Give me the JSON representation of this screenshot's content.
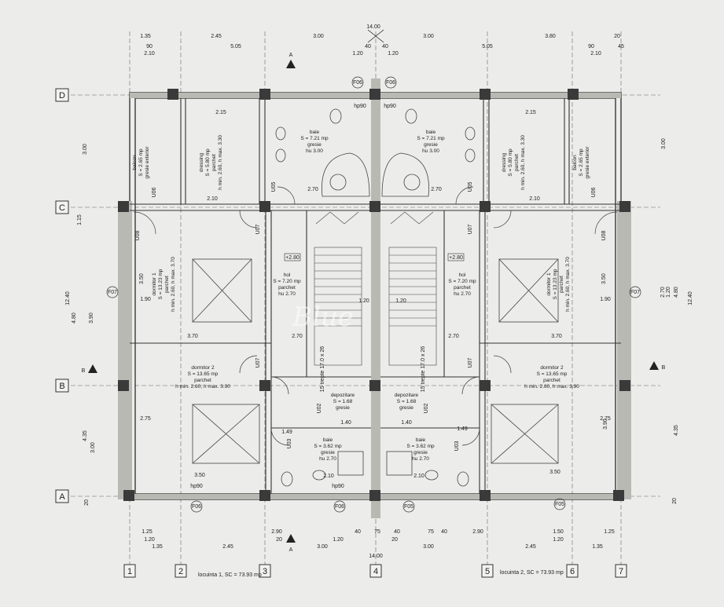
{
  "axes_vertical": [
    "1",
    "2",
    "3",
    "4",
    "5",
    "6",
    "7"
  ],
  "axes_horizontal": [
    "D",
    "C",
    "B",
    "A"
  ],
  "top_dims": {
    "overall": "14.00",
    "row1": [
      "1.35",
      "2.45",
      "3.00",
      "3.00",
      "3.80",
      "20"
    ],
    "row2": [
      "90",
      "5.05",
      "40",
      "40",
      "5.05",
      "90",
      "45"
    ],
    "row3": [
      "2.10",
      "1.20",
      "1.20",
      "2.10"
    ]
  },
  "bottom_dims": {
    "row1": [
      "1.25",
      "2.90",
      "40",
      "75",
      "40",
      "75",
      "40",
      "2.90",
      "1.50",
      "1.25"
    ],
    "row2": [
      "1.20",
      "20",
      "1.20",
      "20",
      "1.20"
    ],
    "row3": [
      "1.35",
      "2.45",
      "3.00",
      "3.00",
      "2.45",
      "1.35"
    ],
    "overall": "14.00"
  },
  "left_dims": [
    "12.40",
    "4.80",
    "1.15",
    "3.00",
    "4.35",
    "3.90",
    "3.00",
    "20",
    "3.50"
  ],
  "right_dims": [
    "12.40",
    "4.80",
    "3.50",
    "3.90",
    "4.35",
    "3.00",
    "20",
    "2.70",
    "1.20"
  ],
  "section_marks": [
    "A",
    "A",
    "B",
    "B"
  ],
  "rooms_left": [
    {
      "name": "balcon",
      "lines": [
        "S = 2.65 mp",
        "gresie exterior"
      ]
    },
    {
      "name": "dressing",
      "lines": [
        "S = 5.80 mp",
        "parchet",
        "h min. 2.60, h max. 3.30"
      ]
    },
    {
      "name": "baie",
      "lines": [
        "S = 7.21 mp",
        "gresie",
        "hu 3.00"
      ]
    },
    {
      "name": "hol",
      "lines": [
        "S = 7.20 mp",
        "parchet",
        "hu 2.70"
      ]
    },
    {
      "name": "dormitor 1",
      "lines": [
        "S = 13.23 mp",
        "parchet",
        "h min. 2.60, h max. 3.70"
      ]
    },
    {
      "name": "dormitor 2",
      "lines": [
        "S = 13.65 mp",
        "parchet",
        "h min. 2.60, h max. 3.90"
      ]
    },
    {
      "name": "depozitare",
      "lines": [
        "S = 1.68",
        "gresie"
      ]
    },
    {
      "name": "baie",
      "lines": [
        "S = 3.62 mp",
        "gresie",
        "hu 2.70"
      ]
    }
  ],
  "rooms_right": [
    {
      "name": "balcon",
      "lines": [
        "S = 2.65 mp",
        "gresie exterior"
      ]
    },
    {
      "name": "dressing",
      "lines": [
        "S = 5.80 mp",
        "parchet",
        "h min. 2.60, h max. 3.30"
      ]
    },
    {
      "name": "baie",
      "lines": [
        "S = 7.21 mp",
        "gresie",
        "hu 3.00"
      ]
    },
    {
      "name": "hol",
      "lines": [
        "S = 7.20 mp",
        "parchet",
        "hu 2.70"
      ]
    },
    {
      "name": "dormitor 1",
      "lines": [
        "S = 13.23 mp",
        "parchet",
        "h min. 2.60, h max. 3.70"
      ]
    },
    {
      "name": "dormitor 2",
      "lines": [
        "S = 13.65 mp",
        "parchet",
        "h min. 2.60, h max. 3.90"
      ]
    },
    {
      "name": "depozitare",
      "lines": [
        "S = 1.68",
        "gresie"
      ]
    },
    {
      "name": "baie",
      "lines": [
        "S = 3.62 mp",
        "gresie",
        "hu 2.70"
      ]
    }
  ],
  "inner_dims": [
    "2.15",
    "2.15",
    "2.70",
    "2.70",
    "2.10",
    "2.10",
    "3.70",
    "3.70",
    "3.50",
    "3.50",
    "1.40",
    "1.40",
    "1.49",
    "1.49",
    "2.10",
    "2.10",
    "2.70",
    "2.70",
    "1.20",
    "1.20",
    "2.75",
    "2.75",
    "1.90",
    "1.90"
  ],
  "window_tags": [
    "F06",
    "F06",
    "F06",
    "F06",
    "F05",
    "F05",
    "F07",
    "F07"
  ],
  "door_tags": [
    "U06",
    "U06",
    "U05",
    "U05",
    "U07",
    "U07",
    "U07",
    "U07",
    "U08",
    "U08",
    "U03",
    "U03",
    "U02",
    "U02"
  ],
  "level_marks": [
    "+2.80",
    "+2.80"
  ],
  "stair_labels": [
    "15 trepte 17.0 x 26",
    "15 trepte 17.0 x 26"
  ],
  "hp_tags": [
    "hp90",
    "hp90",
    "hp90",
    "hp90"
  ],
  "unit_labels": [
    "locuinta 1, SC = 73.93 mp",
    "locuinta 2, SC = 73.93 mp"
  ],
  "watermark": "Blue",
  "colors": {
    "paper": "#ececea",
    "ink": "#2a2a2a",
    "wall": "#9a9a96",
    "grid": "#555555"
  }
}
